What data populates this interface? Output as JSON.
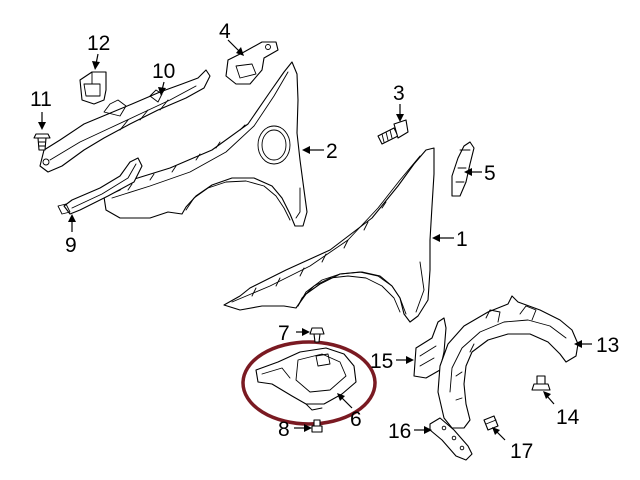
{
  "diagram": {
    "callouts": [
      {
        "id": "1",
        "text": "1"
      },
      {
        "id": "2",
        "text": "2"
      },
      {
        "id": "3",
        "text": "3"
      },
      {
        "id": "4",
        "text": "4"
      },
      {
        "id": "5",
        "text": "5"
      },
      {
        "id": "6",
        "text": "6"
      },
      {
        "id": "7",
        "text": "7"
      },
      {
        "id": "8",
        "text": "8"
      },
      {
        "id": "9",
        "text": "9"
      },
      {
        "id": "10",
        "text": "10"
      },
      {
        "id": "11",
        "text": "11"
      },
      {
        "id": "12",
        "text": "12"
      },
      {
        "id": "13",
        "text": "13"
      },
      {
        "id": "14",
        "text": "14"
      },
      {
        "id": "15",
        "text": "15"
      },
      {
        "id": "16",
        "text": "16"
      },
      {
        "id": "17",
        "text": "17"
      }
    ],
    "highlight_color": "#7a1a22",
    "line_color": "#000000"
  }
}
